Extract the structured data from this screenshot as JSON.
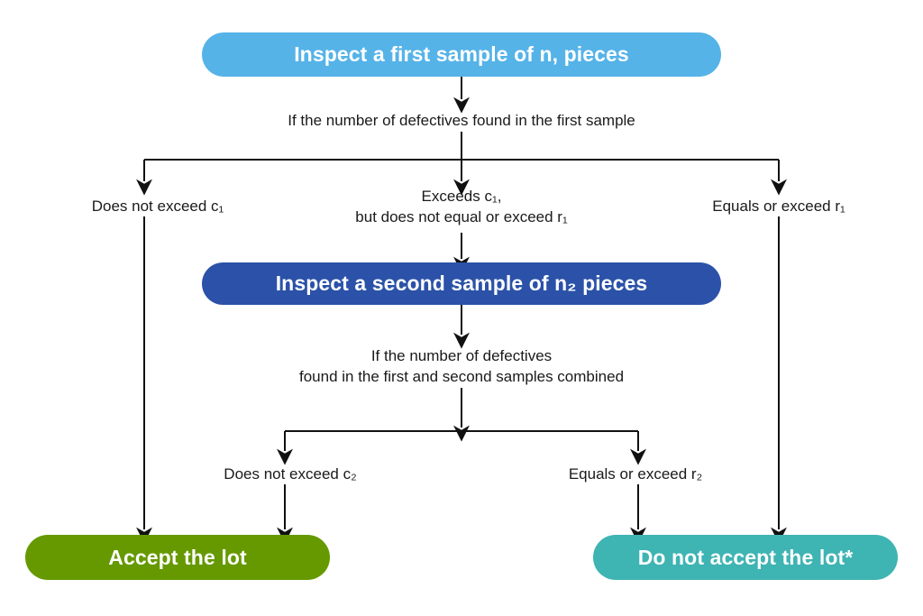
{
  "diagram": {
    "title": "Double sampling plan decision flowchart",
    "colors": {
      "first_sample_box": "#55b3e8",
      "second_sample_box": "#2b52a8",
      "accept_box": "#669900",
      "reject_box": "#3eb4b3",
      "connector": "#111111",
      "background": "#ffffff",
      "text": "#1a1a1a"
    },
    "nodes": {
      "first_sample": "Inspect a first sample of n, pieces",
      "second_sample": "Inspect a second sample of n₂ pieces",
      "accept": "Accept the lot",
      "reject": "Do not accept the lot*"
    },
    "captions": {
      "first_condition": "If the number of defectives found in the first sample",
      "branch_left_1": "Does not exceed c₁",
      "branch_mid_1": "Exceeds c₁,\nbut does not equal or exceed r₁",
      "branch_right_1": "Equals or exceed r₁",
      "second_condition": "If the number of defectives\nfound in the first and second samples combined",
      "branch_left_2": "Does not exceed c₂",
      "branch_right_2": "Equals or exceed r₂"
    }
  }
}
